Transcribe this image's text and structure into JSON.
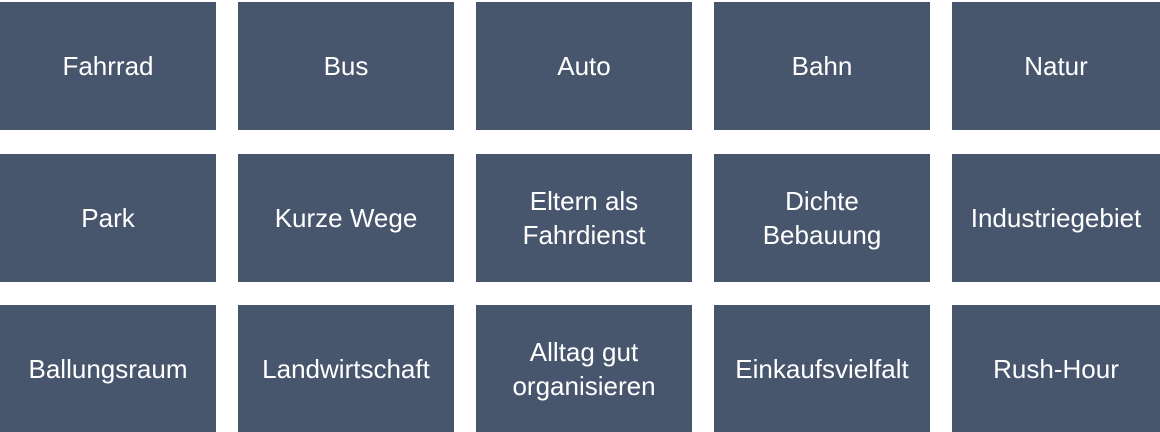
{
  "tiles": {
    "fahrrad": "Fahrrad",
    "bus": "Bus",
    "auto": "Auto",
    "bahn": "Bahn",
    "natur": "Natur",
    "park": "Park",
    "kurze_wege": "Kurze Wege",
    "eltern_als_fahrdienst": "Eltern als\nFahrdienst",
    "dichte_bebauung": "Dichte\nBebauung",
    "industriegebiet": "Industriegebiet",
    "ballungsraum": "Ballungsraum",
    "landwirtschaft": "Landwirtschaft",
    "alltag_gut_organisieren": "Alltag gut\norganisieren",
    "einkaufsvielfalt": "Einkaufsvielfalt",
    "rush_hour": "Rush-Hour"
  },
  "colors": {
    "tile_background": "#47566d",
    "tile_text": "#ffffff",
    "page_background": "#ffffff"
  }
}
